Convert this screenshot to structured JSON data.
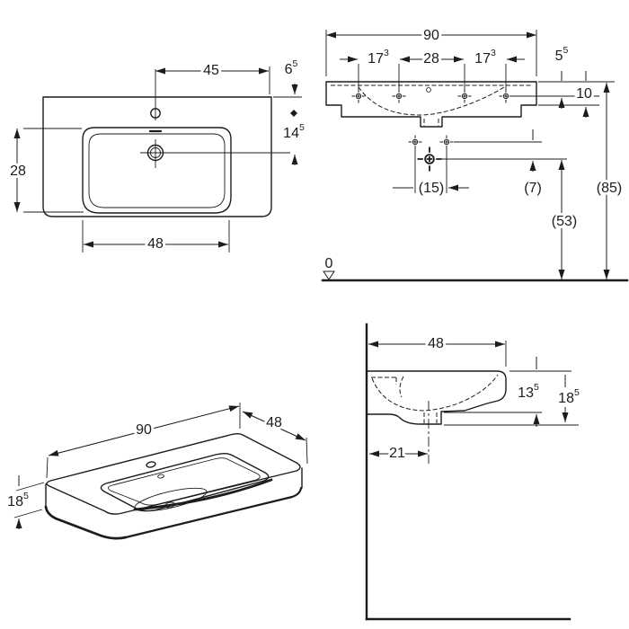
{
  "drawing": {
    "ink_color": "#1c1c1c",
    "background_color": "#ffffff",
    "plan_view": {
      "tap_to_right_edge": {
        "m": "45",
        "s": ""
      },
      "top_edge_to_tap": {
        "m": "6",
        "s": "5"
      },
      "tap_to_drain": {
        "m": "14",
        "s": "5"
      },
      "bowl_depth": {
        "m": "28",
        "s": ""
      },
      "bowl_width": {
        "m": "48",
        "s": ""
      }
    },
    "front_elevation": {
      "total_width": {
        "m": "90",
        "s": ""
      },
      "side_hole_left": {
        "m": "17",
        "s": "3"
      },
      "center_holes": {
        "m": "28",
        "s": ""
      },
      "side_hole_right": {
        "m": "17",
        "s": "3"
      },
      "top_to_holes": {
        "m": "5",
        "s": "5"
      },
      "apron_height": {
        "m": "10",
        "s": ""
      },
      "fixing_spacing": {
        "m": "(15)",
        "s": ""
      },
      "holes_to_trap": {
        "m": "(7)",
        "s": ""
      },
      "rim_height": {
        "m": "(85)",
        "s": ""
      },
      "trap_height": {
        "m": "(53)",
        "s": ""
      },
      "datum_zero": {
        "m": "0",
        "s": ""
      }
    },
    "isometric_view": {
      "length": {
        "m": "90",
        "s": ""
      },
      "depth": {
        "m": "48",
        "s": ""
      },
      "height": {
        "m": "18",
        "s": "5"
      }
    },
    "side_section": {
      "depth": {
        "m": "48",
        "s": ""
      },
      "front_height": {
        "m": "13",
        "s": "5"
      },
      "total_height": {
        "m": "18",
        "s": "5"
      },
      "wall_to_drain": {
        "m": "21",
        "s": ""
      }
    }
  }
}
